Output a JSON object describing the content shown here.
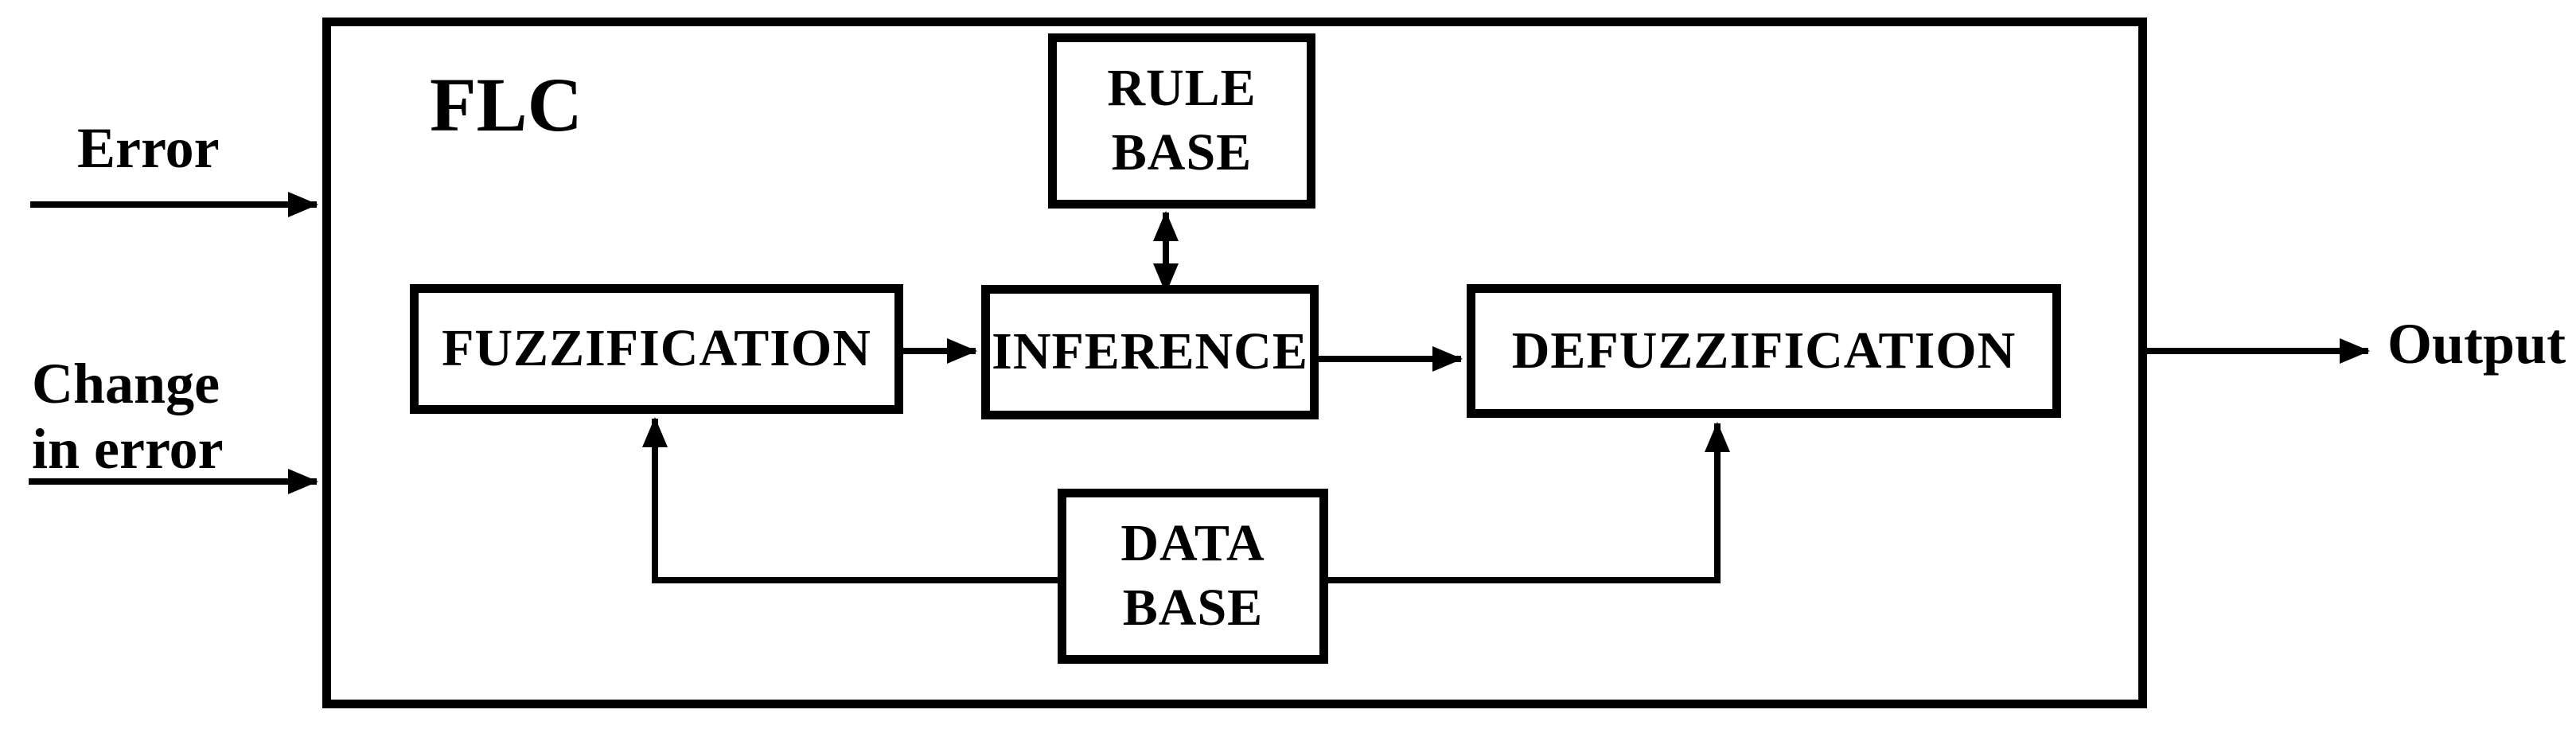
{
  "diagram": {
    "title": "FLC",
    "inputs": {
      "error": {
        "label": "Error"
      },
      "change": {
        "line1": "Change",
        "line2": "in error"
      }
    },
    "output": {
      "label": "Output"
    },
    "blocks": {
      "fuzzification": {
        "label": "FUZZIFICATION"
      },
      "inference": {
        "label": "INFERENCE"
      },
      "defuzzification": {
        "label": "DEFUZZIFICATION"
      },
      "rule_base": {
        "line1": "RULE",
        "line2": "BASE"
      },
      "data_base": {
        "line1": "DATA",
        "line2": "BASE"
      }
    },
    "colors": {
      "line": "#000000",
      "background": "#ffffff"
    }
  }
}
